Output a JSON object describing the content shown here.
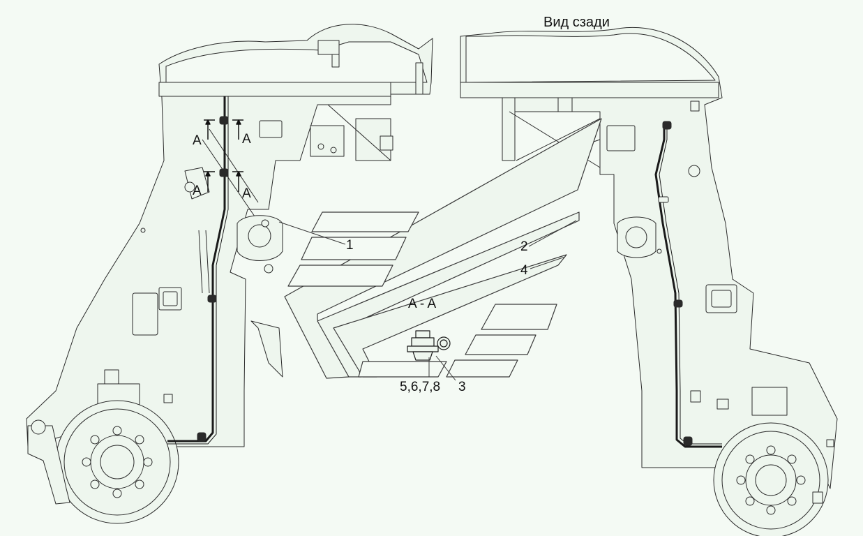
{
  "view_title": "Вид сзади",
  "section_title": "A - A",
  "section_marks": [
    "A",
    "A",
    "A",
    "A"
  ],
  "callouts": {
    "c1": "1",
    "c2": "2",
    "c3": "3",
    "c4": "4",
    "c5678": "5,6,7,8"
  },
  "colors": {
    "background": "#f4faf4",
    "line": "#2a2a2a",
    "fill": "#eef6ee"
  }
}
